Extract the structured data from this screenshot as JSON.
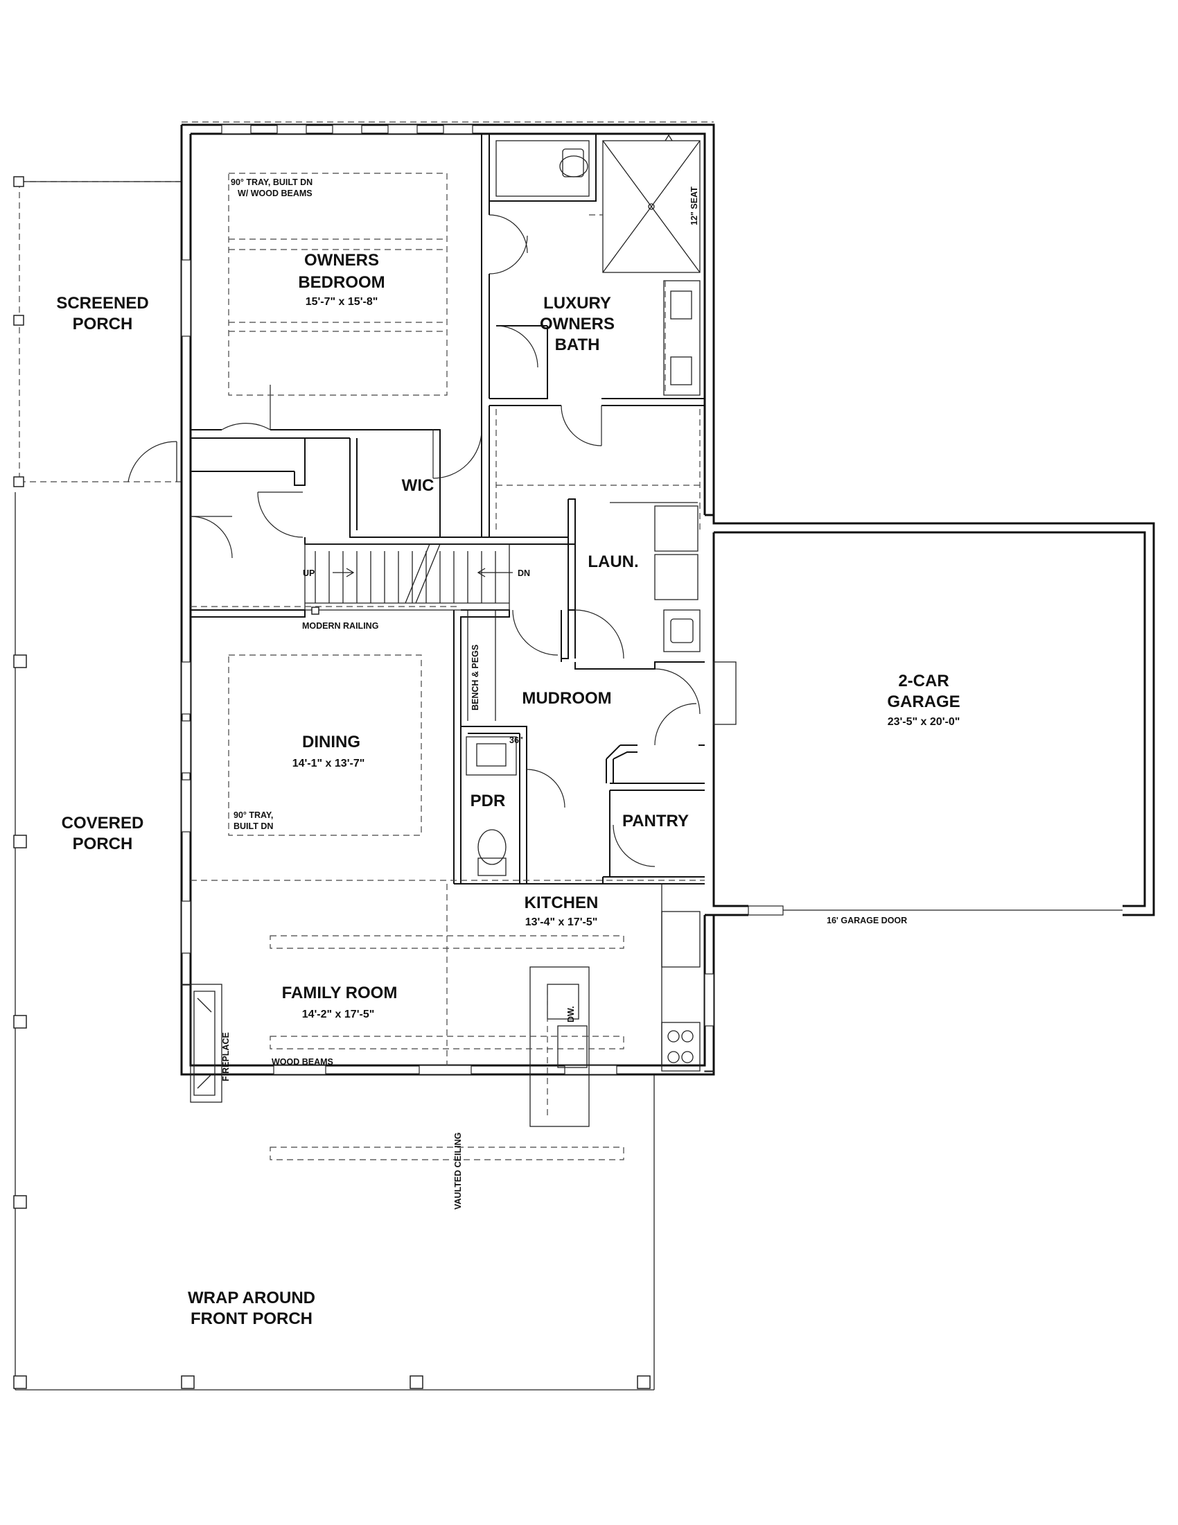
{
  "rooms": {
    "screened_porch": [
      "SCREENED",
      "PORCH"
    ],
    "owners_bedroom": {
      "lines": [
        "OWNERS",
        "BEDROOM"
      ],
      "dims": "15'-7\" x 15'-8\"",
      "note": [
        "90° TRAY, BUILT DN",
        "W/ WOOD BEAMS"
      ]
    },
    "owners_bath": [
      "LUXURY",
      "OWNERS",
      "BATH"
    ],
    "shower_seat": "12\" SEAT",
    "wic": "WIC",
    "laundry": "LAUN.",
    "stairs": {
      "up": "UP",
      "down": "DN",
      "railing": "MODERN RAILING"
    },
    "dining": {
      "label": "DINING",
      "dims": "14'-1\" x 13'-7\"",
      "note": [
        "90° TRAY,",
        "BUILT DN"
      ]
    },
    "covered_porch": [
      "COVERED",
      "PORCH"
    ],
    "mudroom": "MUDROOM",
    "bench": "BENCH & PEGS",
    "pdr": "PDR",
    "pdr_vanity": "36\"",
    "pantry": "PANTRY",
    "garage": {
      "lines": [
        "2-CAR",
        "GARAGE"
      ],
      "dims": "23'-5\" x 20'-0\"",
      "door": "16' GARAGE DOOR"
    },
    "kitchen": {
      "label": "KITCHEN",
      "dims": "13'-4\" x 17'-5\"",
      "dishwasher": "DW."
    },
    "family_room": {
      "label": "FAMILY ROOM",
      "dims": "14'-2\" x 17'-5\"",
      "fireplace": "FIREPLACE",
      "beams": "WOOD BEAMS",
      "vaulted": "VAULTED CEILING"
    },
    "front_porch": [
      "WRAP AROUND",
      "FRONT PORCH"
    ]
  }
}
